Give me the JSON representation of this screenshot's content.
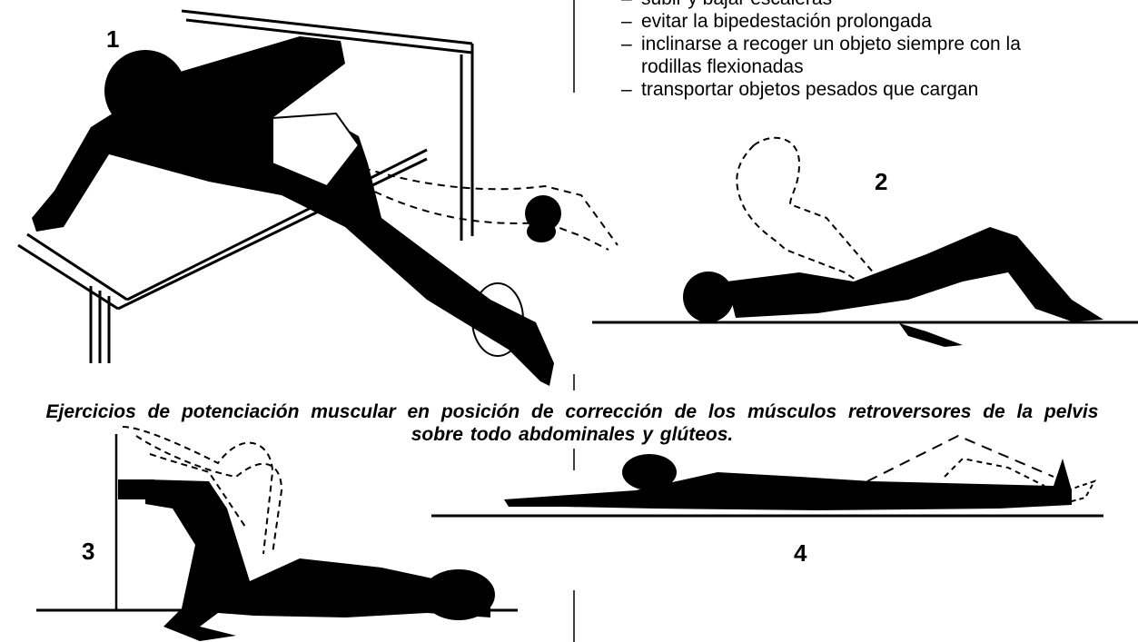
{
  "list_items": [
    {
      "lines": [
        "subir y bajar escaleras"
      ]
    },
    {
      "lines": [
        "evitar la bipedestación prolongada"
      ]
    },
    {
      "lines": [
        "inclinarse a recoger un objeto siempre con la",
        "rodillas flexionadas"
      ]
    },
    {
      "lines": [
        "transportar objetos pesados que cargan"
      ]
    }
  ],
  "figure_labels": {
    "fig1": "1",
    "fig2": "2",
    "fig3": "3",
    "fig4": "4"
  },
  "caption": {
    "line1": "Ejercicios de potenciación muscular en posición de corrección de los músculos retroversores de la pelvis",
    "line2": "sobre todo abdominales y glúteos."
  },
  "colors": {
    "ink": "#000000",
    "paper": "#ffffff"
  }
}
